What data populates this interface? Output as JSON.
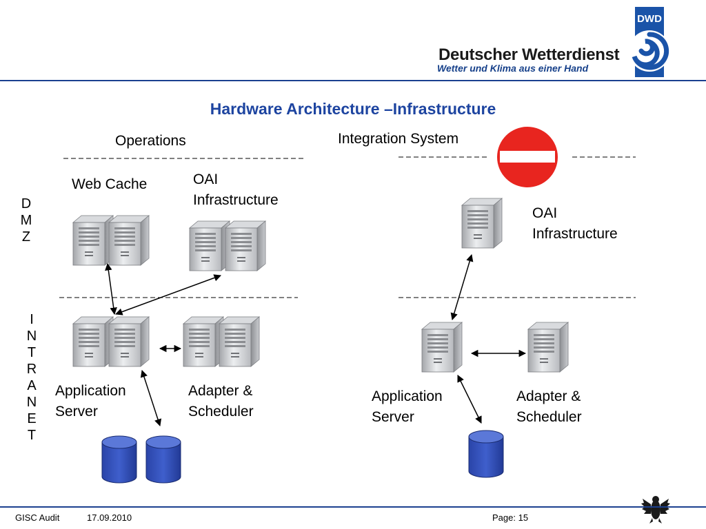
{
  "header": {
    "brand_name": "Deutscher Wetterdienst",
    "brand_tagline": "Wetter und Klima aus einer Hand",
    "logo_text": "DWD",
    "accent_color": "#1a3f8f"
  },
  "title": "Hardware Architecture –Infrastructure",
  "zones": {
    "dmz": [
      "D",
      "M",
      "Z"
    ],
    "intranet": [
      "I",
      "N",
      "T",
      "R",
      "A",
      "N",
      "E",
      "T"
    ]
  },
  "operations": {
    "heading": "Operations",
    "web_cache": "Web Cache",
    "oai_line1": "OAI",
    "oai_line2": "Infrastructure",
    "app_line1": "Application",
    "app_line2": "Server",
    "adapter_line1": "Adapter &",
    "adapter_line2": "Scheduler"
  },
  "integration": {
    "heading": "Integration System",
    "oai_line1": "OAI",
    "oai_line2": "Infrastructure",
    "app_line1": "Application",
    "app_line2": "Server",
    "adapter_line1": "Adapter &",
    "adapter_line2": "Scheduler",
    "no_entry_icon": "no-entry-sign"
  },
  "icons": {
    "server": "server-tower-icon",
    "database": "database-cylinder-icon",
    "eagle": "federal-eagle-icon"
  },
  "footer": {
    "left": "GISC Audit",
    "date": "17.09.2010",
    "page": "Page: 15"
  }
}
